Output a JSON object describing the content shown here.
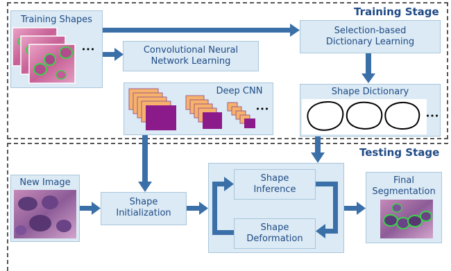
{
  "stages": {
    "training": "Training Stage",
    "testing": "Testing Stage"
  },
  "boxes": {
    "training_shapes": "Training Shapes",
    "training_ellipsis": "•••",
    "cnn_learning": [
      "Convolutional Neural",
      "Network Learning"
    ],
    "selection_dictionary": [
      "Selection-based",
      "Dictionary Learning"
    ],
    "deep_cnn": "Deep CNN",
    "cnn_ellipsis": "•••",
    "shape_dictionary": "Shape Dictionary",
    "dictionary_ellipsis": "•••",
    "new_image": "New Image",
    "shape_initialization": [
      "Shape",
      "Initialization"
    ],
    "shape_inference": [
      "Shape",
      "Inference"
    ],
    "shape_deformation": [
      "Shape",
      "Deformation"
    ],
    "final_segmentation": [
      "Final",
      "Segmentation"
    ]
  },
  "colors": {
    "box_fill": "#dbeaf4",
    "text": "#1f4a86",
    "arrow": "#3a6fa8",
    "cnn_orange": "#f6b26b",
    "cnn_purple": "#8b1a8b",
    "nuclei_green": "#3cd14a",
    "tissue_pink": "#d77aa8"
  }
}
